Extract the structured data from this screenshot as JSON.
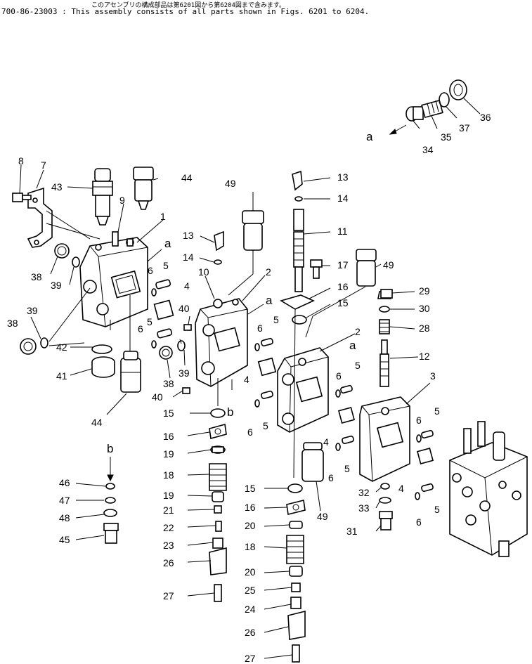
{
  "header": {
    "japanese_note": "このアセンブリの構成部品は第6201図から第6204図まで含みます。",
    "part_number": "700-86-23003",
    "note": " : This assembly consists of all parts shown in Figs. 6201 to 6204."
  },
  "labels": {
    "n1": "1",
    "n2a": "2",
    "n2b": "2",
    "n3": "3",
    "n4a": "4",
    "n4b": "4",
    "n4c": "4",
    "n4d": "4",
    "n5a": "5",
    "n5b": "5",
    "n5c": "5",
    "n5d": "5",
    "n5e": "5",
    "n5f": "5",
    "n5g": "5",
    "n5h": "5",
    "n6a": "6",
    "n6b": "6",
    "n6c": "6",
    "n6d": "6",
    "n6e": "6",
    "n6f": "6",
    "n6g": "6",
    "n6h": "6",
    "n7": "7",
    "n8": "8",
    "n9": "9",
    "n10": "10",
    "n11": "11",
    "n12": "12",
    "n13a": "13",
    "n13b": "13",
    "n14a": "14",
    "n14b": "14",
    "n15a": "15",
    "n15b": "15",
    "n15c": "15",
    "n16a": "16",
    "n16b": "16",
    "n16c": "16",
    "n17": "17",
    "n18a": "18",
    "n18b": "18",
    "n19a": "19",
    "n19b": "19",
    "n20a": "20",
    "n20b": "20",
    "n21": "21",
    "n22": "22",
    "n23": "23",
    "n24": "24",
    "n25": "25",
    "n26a": "26",
    "n26b": "26",
    "n27a": "27",
    "n27b": "27",
    "n28": "28",
    "n29": "29",
    "n30": "30",
    "n31": "31",
    "n32": "32",
    "n33": "33",
    "n34": "34",
    "n35": "35",
    "n36": "36",
    "n37": "37",
    "n38a": "38",
    "n38b": "38",
    "n38c": "38",
    "n39a": "39",
    "n39b": "39",
    "n39c": "39",
    "n40a": "40",
    "n40b": "40",
    "n41": "41",
    "n42": "42",
    "n43": "43",
    "n44a": "44",
    "n44b": "44",
    "n45": "45",
    "n46": "46",
    "n47": "47",
    "n48": "48",
    "n49a": "49",
    "n49b": "49",
    "n49c": "49",
    "ra1": "a",
    "ra2": "a",
    "ra3": "a",
    "ra4": "a",
    "rb1": "b",
    "rb2": "b"
  }
}
